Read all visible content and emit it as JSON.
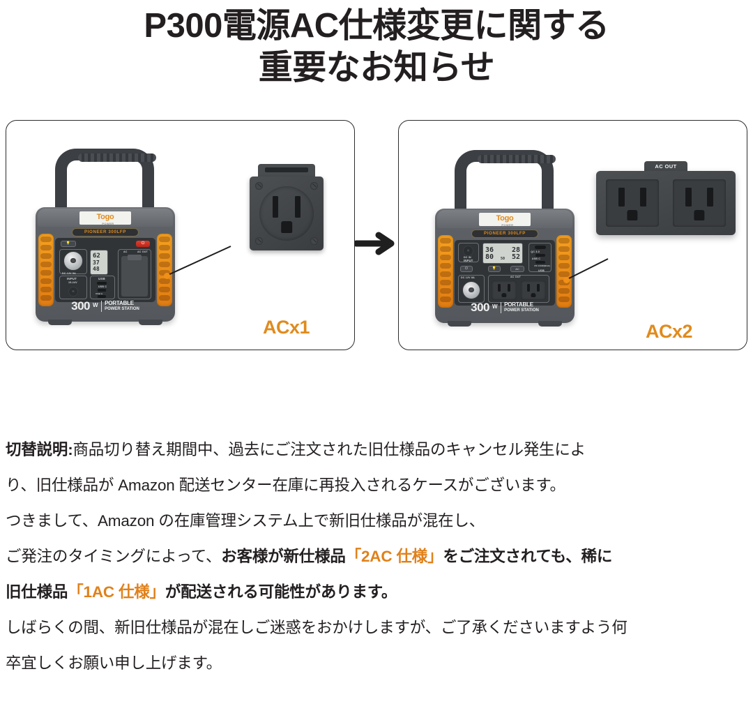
{
  "title": {
    "line1": "P300電源AC仕様変更に関する",
    "line2": "重要なお知らせ"
  },
  "colors": {
    "brand_orange": "#e08b1e",
    "text_orange": "#e0811a",
    "text_dark": "#231f20",
    "device_shell": "#5d6166",
    "faceplate": "#313437"
  },
  "comparison": {
    "arrow_icon": "arrow-right-icon",
    "left_panel": {
      "device": {
        "brand": "Togo",
        "brand_sub": "POWER",
        "model_badge": "PIONEER 300LFP",
        "watt_number": "300",
        "watt_unit": "W",
        "type_line1": "PORTABLE",
        "type_line2": "POWER STATION",
        "ports": {
          "dc_out": "DC 12V 5A",
          "input": "INPUT",
          "input_spec": "15-24V",
          "usb": "USB",
          "usb_c": "USB C",
          "usb_a": "USB A",
          "usb_pd": "PD 100W(MAX)",
          "ac": "AC",
          "ac_out": "AC OUT",
          "light_icon": "flashlight-icon",
          "power_icon": "power-button-icon"
        },
        "lcd": {
          "value_main": "62",
          "value_sub1": "37",
          "value_sub2": "48"
        }
      },
      "outlet_module": {
        "type": "single-nema-outlet",
        "count": 1
      },
      "label": "ACx1"
    },
    "right_panel": {
      "device": {
        "brand": "Togo",
        "brand_sub": "POWER",
        "model_badge": "PIONEER 300LFP",
        "watt_number": "300",
        "watt_unit": "W",
        "type_line1": "PORTABLE",
        "type_line2": "POWER STATION",
        "ports": {
          "dc_out": "DC 12V 8A",
          "input": "INPUT",
          "input_spec": "DC IN",
          "usb": "USB",
          "usb_c1": "QC 3.0",
          "usb_c2": "USB C",
          "usb_pd": "PD 100W(MAX)",
          "ac": "AC",
          "ac_out": "AC OUT",
          "light_icon": "flashlight-icon",
          "power_icon": "power-button-icon"
        },
        "lcd": {
          "left_top": "36",
          "left_bottom": "80",
          "right_top": "28",
          "right_bottom": "52",
          "center_pct": "50"
        }
      },
      "outlet_module": {
        "type": "double-nema-outlet",
        "tab_label": "AC OUT",
        "count": 2
      },
      "label": "ACx2"
    }
  },
  "body": {
    "line1": {
      "bold_lead": "切替説明:",
      "rest": "商品切り替え期間中、過去にご注文された旧仕様品のキャンセル発生によ"
    },
    "line2": "り、旧仕様品が Amazon 配送センター在庫に再投入されるケースがございます。",
    "line3": "つきまして、Amazon の在庫管理システム上で新旧仕様品が混在し、",
    "line4": {
      "plain1": "ご発注のタイミングによって、",
      "bold1": "お客様が新仕様品",
      "orange1": "「2AC 仕様」",
      "bold2": "をご注文されても、稀に"
    },
    "line5": {
      "bold1": "旧仕様品",
      "orange1": "「1AC 仕様」",
      "bold2": "が配送される可能性があります。"
    },
    "line6": "しばらくの間、新旧仕様品が混在しご迷惑をおかけしますが、ご了承くださいますよう何",
    "line7": "卒宜しくお願い申し上げます。"
  }
}
